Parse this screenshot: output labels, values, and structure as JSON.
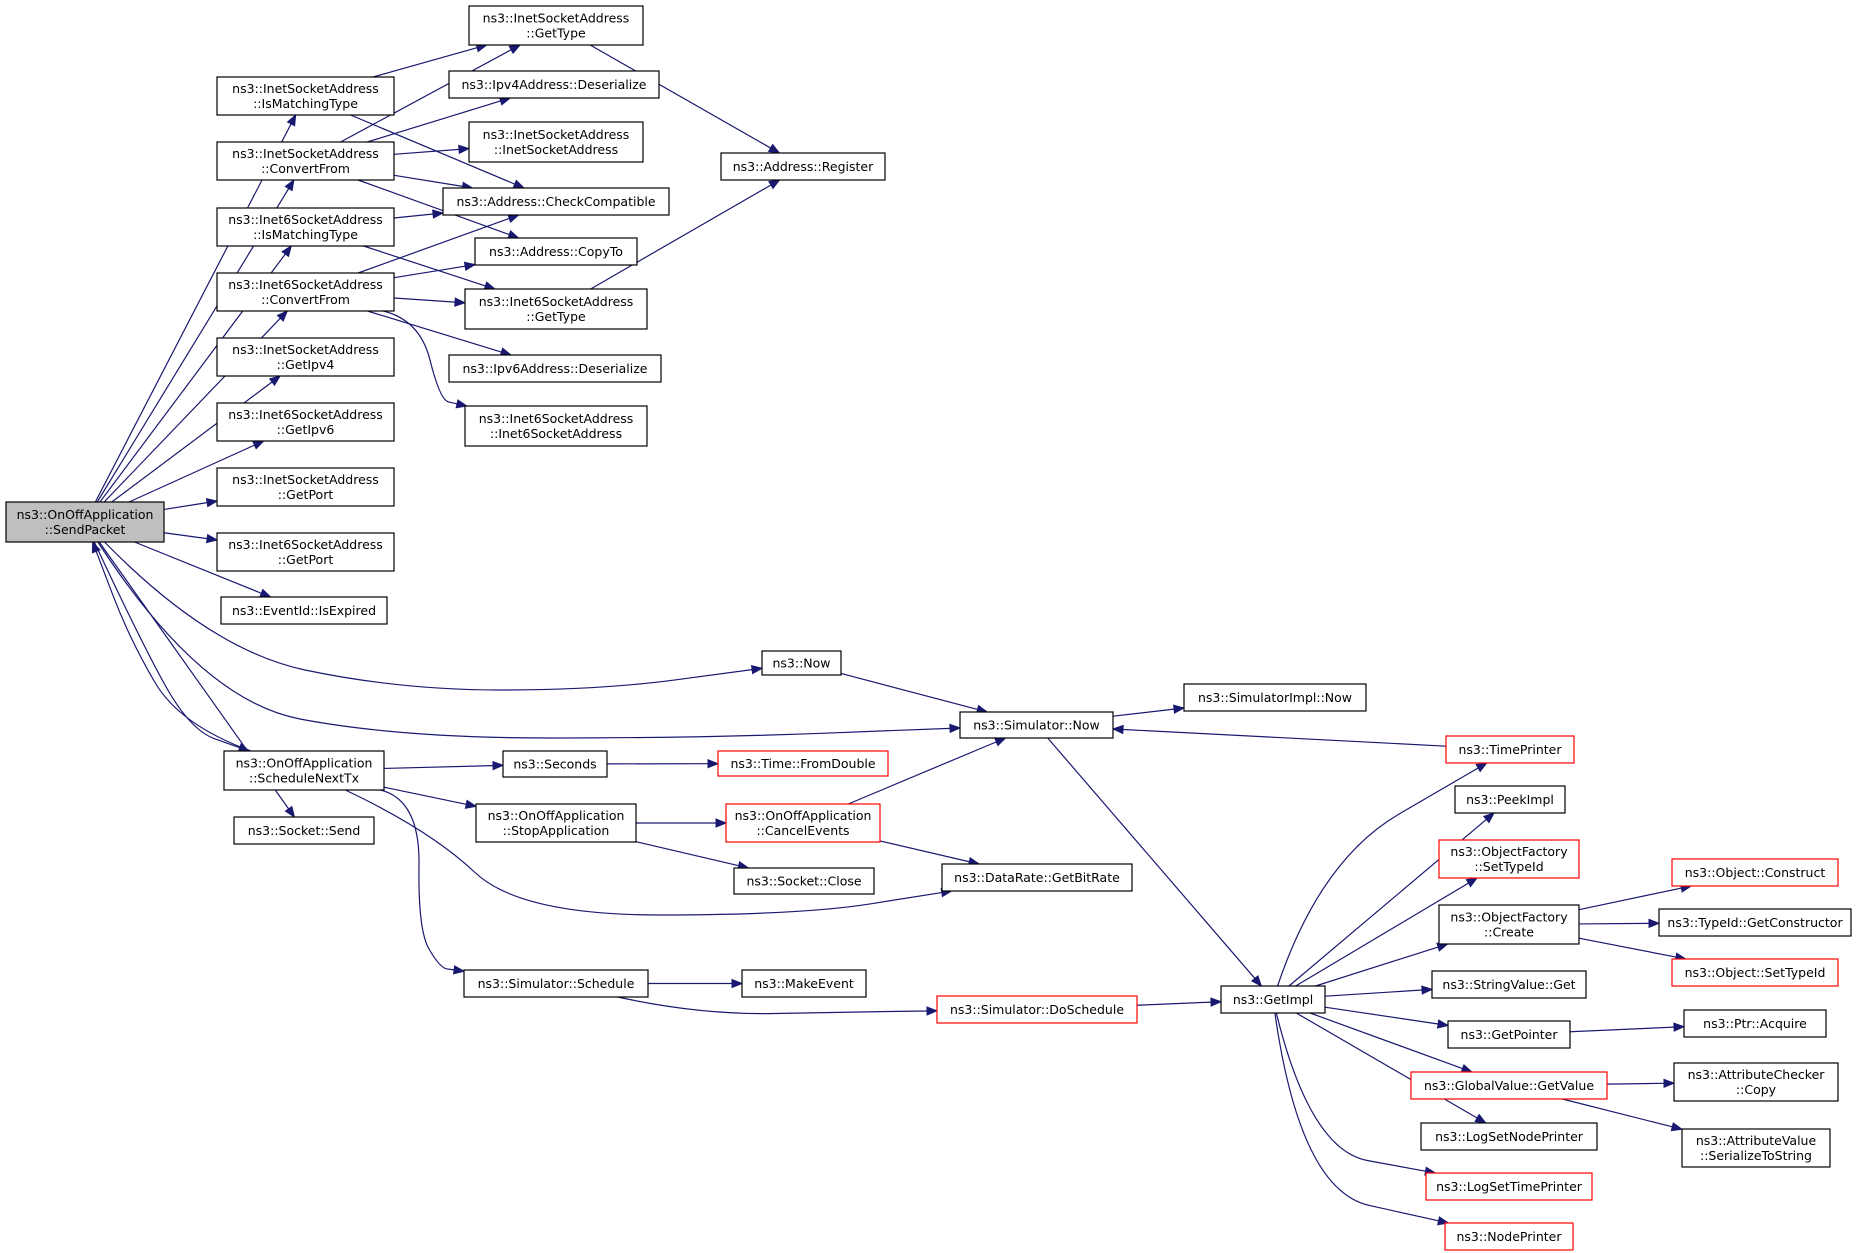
{
  "colors": {
    "edge": "#191970",
    "node_border_normal": "#000000",
    "node_border_truncated": "#ff0000",
    "node_fill": "#ffffff",
    "focus_fill": "#bfbfbf"
  },
  "graph": {
    "nodes": [
      {
        "id": "sendpacket",
        "lines": [
          "ns3::OnOffApplication",
          "::SendPacket"
        ],
        "style": "focus"
      },
      {
        "id": "inet_ismatch",
        "lines": [
          "ns3::InetSocketAddress",
          "::IsMatchingType"
        ],
        "style": "normal"
      },
      {
        "id": "inet_convert",
        "lines": [
          "ns3::InetSocketAddress",
          "::ConvertFrom"
        ],
        "style": "normal"
      },
      {
        "id": "inet6_ismatch",
        "lines": [
          "ns3::Inet6SocketAddress",
          "::IsMatchingType"
        ],
        "style": "normal"
      },
      {
        "id": "inet6_convert",
        "lines": [
          "ns3::Inet6SocketAddress",
          "::ConvertFrom"
        ],
        "style": "normal"
      },
      {
        "id": "inet_getipv4",
        "lines": [
          "ns3::InetSocketAddress",
          "::GetIpv4"
        ],
        "style": "normal"
      },
      {
        "id": "inet6_getipv6",
        "lines": [
          "ns3::Inet6SocketAddress",
          "::GetIpv6"
        ],
        "style": "normal"
      },
      {
        "id": "inet_getport",
        "lines": [
          "ns3::InetSocketAddress",
          "::GetPort"
        ],
        "style": "normal"
      },
      {
        "id": "inet6_getport",
        "lines": [
          "ns3::Inet6SocketAddress",
          "::GetPort"
        ],
        "style": "normal"
      },
      {
        "id": "eventid_isexpired",
        "lines": [
          "ns3::EventId::IsExpired"
        ],
        "style": "normal"
      },
      {
        "id": "schedulenexttx",
        "lines": [
          "ns3::OnOffApplication",
          "::ScheduleNextTx"
        ],
        "style": "normal"
      },
      {
        "id": "socket_send",
        "lines": [
          "ns3::Socket::Send"
        ],
        "style": "normal"
      },
      {
        "id": "inet_gettype",
        "lines": [
          "ns3::InetSocketAddress",
          "::GetType"
        ],
        "style": "normal"
      },
      {
        "id": "ipv4_deser",
        "lines": [
          "ns3::Ipv4Address::Deserialize"
        ],
        "style": "normal"
      },
      {
        "id": "inet_ctor",
        "lines": [
          "ns3::InetSocketAddress",
          "::InetSocketAddress"
        ],
        "style": "normal"
      },
      {
        "id": "addr_checkcompat",
        "lines": [
          "ns3::Address::CheckCompatible"
        ],
        "style": "normal"
      },
      {
        "id": "addr_copyto",
        "lines": [
          "ns3::Address::CopyTo"
        ],
        "style": "normal"
      },
      {
        "id": "inet6_gettype",
        "lines": [
          "ns3::Inet6SocketAddress",
          "::GetType"
        ],
        "style": "normal"
      },
      {
        "id": "ipv6_deser",
        "lines": [
          "ns3::Ipv6Address::Deserialize"
        ],
        "style": "normal"
      },
      {
        "id": "inet6_ctor",
        "lines": [
          "ns3::Inet6SocketAddress",
          "::Inet6SocketAddress"
        ],
        "style": "normal"
      },
      {
        "id": "addr_register",
        "lines": [
          "ns3::Address::Register"
        ],
        "style": "normal"
      },
      {
        "id": "ns3_now",
        "lines": [
          "ns3::Now"
        ],
        "style": "normal"
      },
      {
        "id": "ns3_seconds",
        "lines": [
          "ns3::Seconds"
        ],
        "style": "normal"
      },
      {
        "id": "stopapp",
        "lines": [
          "ns3::OnOffApplication",
          "::StopApplication"
        ],
        "style": "normal"
      },
      {
        "id": "sim_schedule",
        "lines": [
          "ns3::Simulator::Schedule"
        ],
        "style": "normal"
      },
      {
        "id": "time_fromdouble",
        "lines": [
          "ns3::Time::FromDouble"
        ],
        "style": "truncated"
      },
      {
        "id": "cancelevents",
        "lines": [
          "ns3::OnOffApplication",
          "::CancelEvents"
        ],
        "style": "truncated"
      },
      {
        "id": "socket_close",
        "lines": [
          "ns3::Socket::Close"
        ],
        "style": "normal"
      },
      {
        "id": "makeevent",
        "lines": [
          "ns3::MakeEvent"
        ],
        "style": "normal"
      },
      {
        "id": "sim_doschedule",
        "lines": [
          "ns3::Simulator::DoSchedule"
        ],
        "style": "truncated"
      },
      {
        "id": "sim_now",
        "lines": [
          "ns3::Simulator::Now"
        ],
        "style": "normal"
      },
      {
        "id": "datarate_getbitrate",
        "lines": [
          "ns3::DataRate::GetBitRate"
        ],
        "style": "normal"
      },
      {
        "id": "simimpl_now",
        "lines": [
          "ns3::SimulatorImpl::Now"
        ],
        "style": "normal"
      },
      {
        "id": "getimpl",
        "lines": [
          "ns3::GetImpl"
        ],
        "style": "normal"
      },
      {
        "id": "timeprinter",
        "lines": [
          "ns3::TimePrinter"
        ],
        "style": "truncated"
      },
      {
        "id": "peekimpl",
        "lines": [
          "ns3::PeekImpl"
        ],
        "style": "normal"
      },
      {
        "id": "of_settypeid",
        "lines": [
          "ns3::ObjectFactory",
          "::SetTypeId"
        ],
        "style": "truncated"
      },
      {
        "id": "of_create",
        "lines": [
          "ns3::ObjectFactory",
          "::Create"
        ],
        "style": "normal"
      },
      {
        "id": "stringvalue_get",
        "lines": [
          "ns3::StringValue::Get"
        ],
        "style": "normal"
      },
      {
        "id": "getpointer",
        "lines": [
          "ns3::GetPointer"
        ],
        "style": "normal"
      },
      {
        "id": "gv_getvalue",
        "lines": [
          "ns3::GlobalValue::GetValue"
        ],
        "style": "truncated"
      },
      {
        "id": "logsetnodeprinter",
        "lines": [
          "ns3::LogSetNodePrinter"
        ],
        "style": "normal"
      },
      {
        "id": "logsettimeprinter",
        "lines": [
          "ns3::LogSetTimePrinter"
        ],
        "style": "truncated"
      },
      {
        "id": "nodeprinter",
        "lines": [
          "ns3::NodePrinter"
        ],
        "style": "truncated"
      },
      {
        "id": "obj_construct",
        "lines": [
          "ns3::Object::Construct"
        ],
        "style": "truncated"
      },
      {
        "id": "typeid_getctor",
        "lines": [
          "ns3::TypeId::GetConstructor"
        ],
        "style": "normal"
      },
      {
        "id": "obj_settypeid",
        "lines": [
          "ns3::Object::SetTypeId"
        ],
        "style": "truncated"
      },
      {
        "id": "ptr_acquire",
        "lines": [
          "ns3::Ptr::Acquire"
        ],
        "style": "normal"
      },
      {
        "id": "attrchecker_copy",
        "lines": [
          "ns3::AttributeChecker",
          "::Copy"
        ],
        "style": "normal"
      },
      {
        "id": "attrvalue_ser",
        "lines": [
          "ns3::AttributeValue",
          "::SerializeToString"
        ],
        "style": "normal"
      }
    ],
    "edges": [
      [
        "sendpacket",
        "inet_ismatch"
      ],
      [
        "sendpacket",
        "inet_convert"
      ],
      [
        "sendpacket",
        "inet6_ismatch"
      ],
      [
        "sendpacket",
        "inet6_convert"
      ],
      [
        "sendpacket",
        "inet_getipv4"
      ],
      [
        "sendpacket",
        "inet6_getipv6"
      ],
      [
        "sendpacket",
        "inet_getport"
      ],
      [
        "sendpacket",
        "inet6_getport"
      ],
      [
        "sendpacket",
        "eventid_isexpired"
      ],
      [
        "sendpacket",
        "ns3_now"
      ],
      [
        "sendpacket",
        "sim_now"
      ],
      [
        "sendpacket",
        "schedulenexttx"
      ],
      [
        "sendpacket",
        "socket_send"
      ],
      [
        "schedulenexttx",
        "sendpacket"
      ],
      [
        "inet_ismatch",
        "inet_gettype"
      ],
      [
        "inet_ismatch",
        "addr_checkcompat"
      ],
      [
        "inet_convert",
        "inet_gettype"
      ],
      [
        "inet_convert",
        "ipv4_deser"
      ],
      [
        "inet_convert",
        "inet_ctor"
      ],
      [
        "inet_convert",
        "addr_checkcompat"
      ],
      [
        "inet_convert",
        "addr_copyto"
      ],
      [
        "inet6_ismatch",
        "addr_checkcompat"
      ],
      [
        "inet6_ismatch",
        "inet6_gettype"
      ],
      [
        "inet6_convert",
        "addr_checkcompat"
      ],
      [
        "inet6_convert",
        "addr_copyto"
      ],
      [
        "inet6_convert",
        "inet6_gettype"
      ],
      [
        "inet6_convert",
        "ipv6_deser"
      ],
      [
        "inet6_convert",
        "inet6_ctor"
      ],
      [
        "inet_gettype",
        "addr_register"
      ],
      [
        "inet6_gettype",
        "addr_register"
      ],
      [
        "ns3_now",
        "sim_now"
      ],
      [
        "sim_now",
        "simimpl_now"
      ],
      [
        "sim_now",
        "getimpl"
      ],
      [
        "timeprinter",
        "sim_now"
      ],
      [
        "schedulenexttx",
        "ns3_seconds"
      ],
      [
        "schedulenexttx",
        "stopapp"
      ],
      [
        "schedulenexttx",
        "datarate_getbitrate"
      ],
      [
        "schedulenexttx",
        "sim_schedule"
      ],
      [
        "ns3_seconds",
        "time_fromdouble"
      ],
      [
        "stopapp",
        "cancelevents"
      ],
      [
        "stopapp",
        "socket_close"
      ],
      [
        "cancelevents",
        "sim_now"
      ],
      [
        "cancelevents",
        "datarate_getbitrate"
      ],
      [
        "sim_schedule",
        "makeevent"
      ],
      [
        "sim_schedule",
        "sim_doschedule"
      ],
      [
        "sim_doschedule",
        "getimpl"
      ],
      [
        "getimpl",
        "timeprinter"
      ],
      [
        "getimpl",
        "peekimpl"
      ],
      [
        "getimpl",
        "of_settypeid"
      ],
      [
        "getimpl",
        "of_create"
      ],
      [
        "getimpl",
        "stringvalue_get"
      ],
      [
        "getimpl",
        "getpointer"
      ],
      [
        "getimpl",
        "gv_getvalue"
      ],
      [
        "getimpl",
        "logsetnodeprinter"
      ],
      [
        "getimpl",
        "logsettimeprinter"
      ],
      [
        "getimpl",
        "nodeprinter"
      ],
      [
        "of_create",
        "obj_construct"
      ],
      [
        "of_create",
        "typeid_getctor"
      ],
      [
        "of_create",
        "obj_settypeid"
      ],
      [
        "getpointer",
        "ptr_acquire"
      ],
      [
        "gv_getvalue",
        "attrchecker_copy"
      ],
      [
        "gv_getvalue",
        "attrvalue_ser"
      ]
    ]
  }
}
